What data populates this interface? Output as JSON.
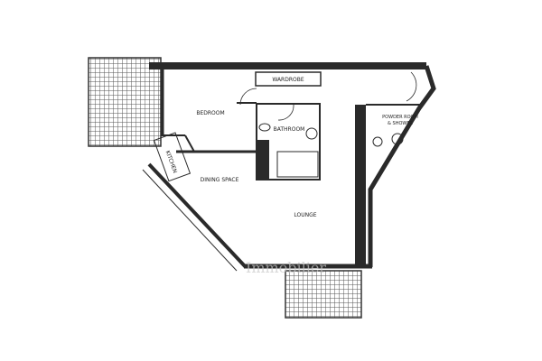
{
  "plan": {
    "rooms": {
      "wardrobe": "WARDROBE",
      "bedroom": "BEDROOM",
      "bathroom": "BATHROOM",
      "kitchen": "KITCHEN",
      "dining": "DINING SPACE",
      "lounge": "LOUNGE",
      "powder_room_1": "POWDER ROOM",
      "powder_room_2": "& SHOWER"
    },
    "watermark": "Immobilier",
    "colors": {
      "wall": "#2a2a2a",
      "hatch": "#555555",
      "background": "#ffffff"
    }
  }
}
